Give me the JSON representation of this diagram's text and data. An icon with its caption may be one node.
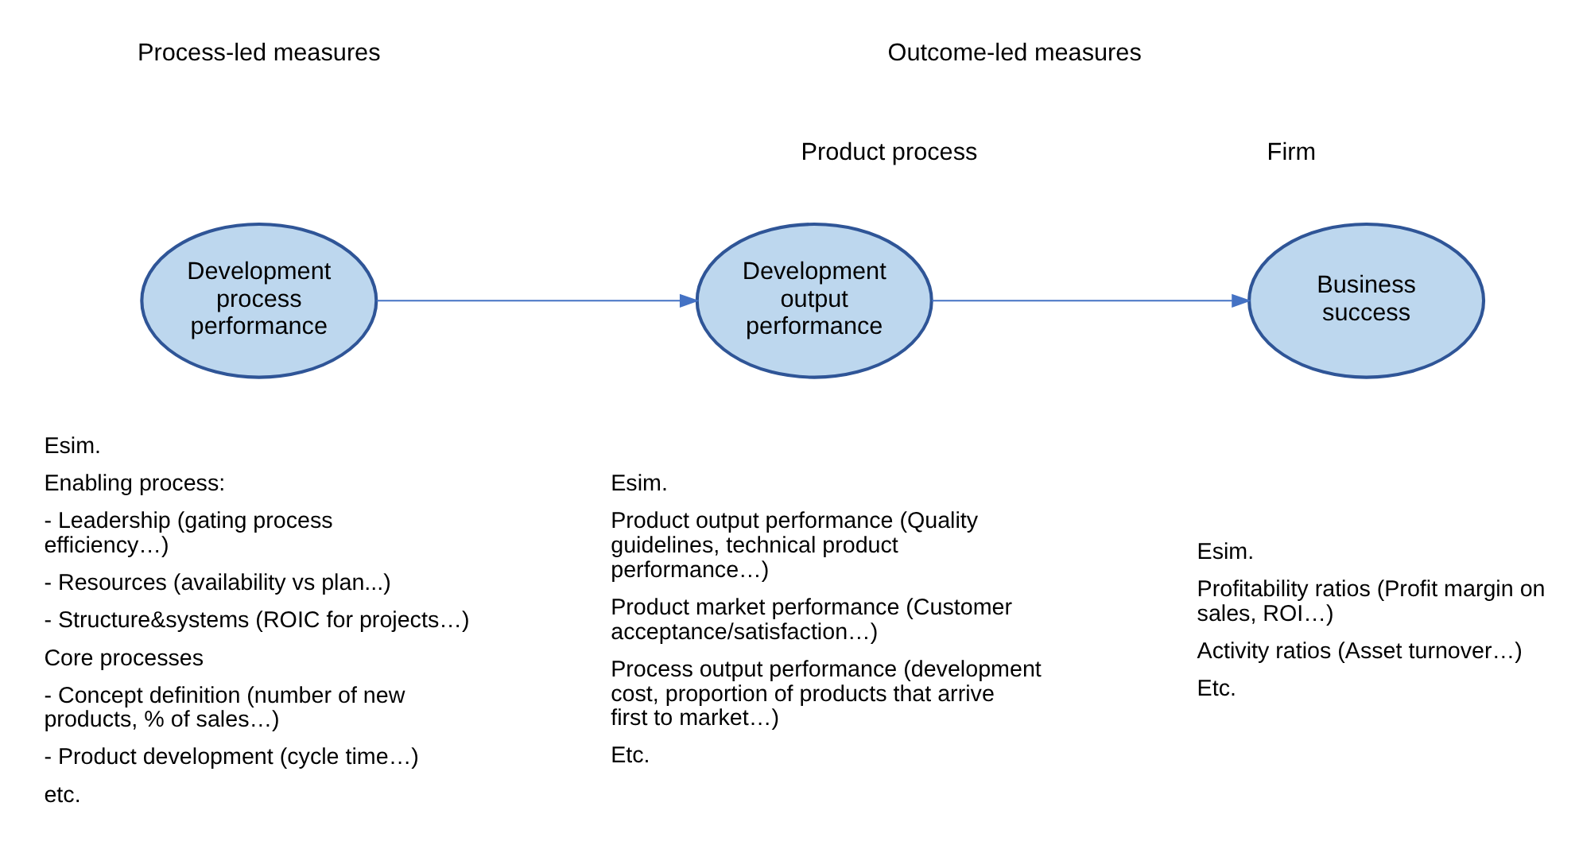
{
  "diagram": {
    "nodes": [
      {
        "text": [
          "Development process performance"
        ],
        "beside": [
          "Esim.",
          "Enabling process:",
          "- Leadership (gating process efficiency…)",
          "- Resources (availability vs plan...)",
          "- Structure&systems (ROIC for projects…)",
          "Core processes",
          "- Concept definition (number of new products, % of sales…)",
          "- Product development (cycle time…)",
          "etc."
        ]
      },
      {
        "text": [
          "Product process",
          "Development output performance"
        ],
        "beside": [
          "Esim.",
          "Product output performance (Quality guidelines, technical product performance…)",
          "Product market performance (Customer acceptance/satisfaction…)",
          "Process output performance (development cost, proportion of products that arrive first to market…)",
          "Etc."
        ]
      },
      {
        "text": [
          "Firm",
          "Business success"
        ],
        "beside": [
          "Esim.",
          "Profitability ratios (Profit margin on sales, ROI…)",
          "Activity ratios (Asset turnover…)",
          "Etc."
        ]
      }
    ],
    "edges": [
      {
        "from": 0,
        "to": 1,
        "arrow": "to"
      },
      {
        "from": 1,
        "to": 2,
        "arrow": "to"
      }
    ],
    "labels": [
      "Process-led measures",
      "Outcome-led measures"
    ]
  }
}
